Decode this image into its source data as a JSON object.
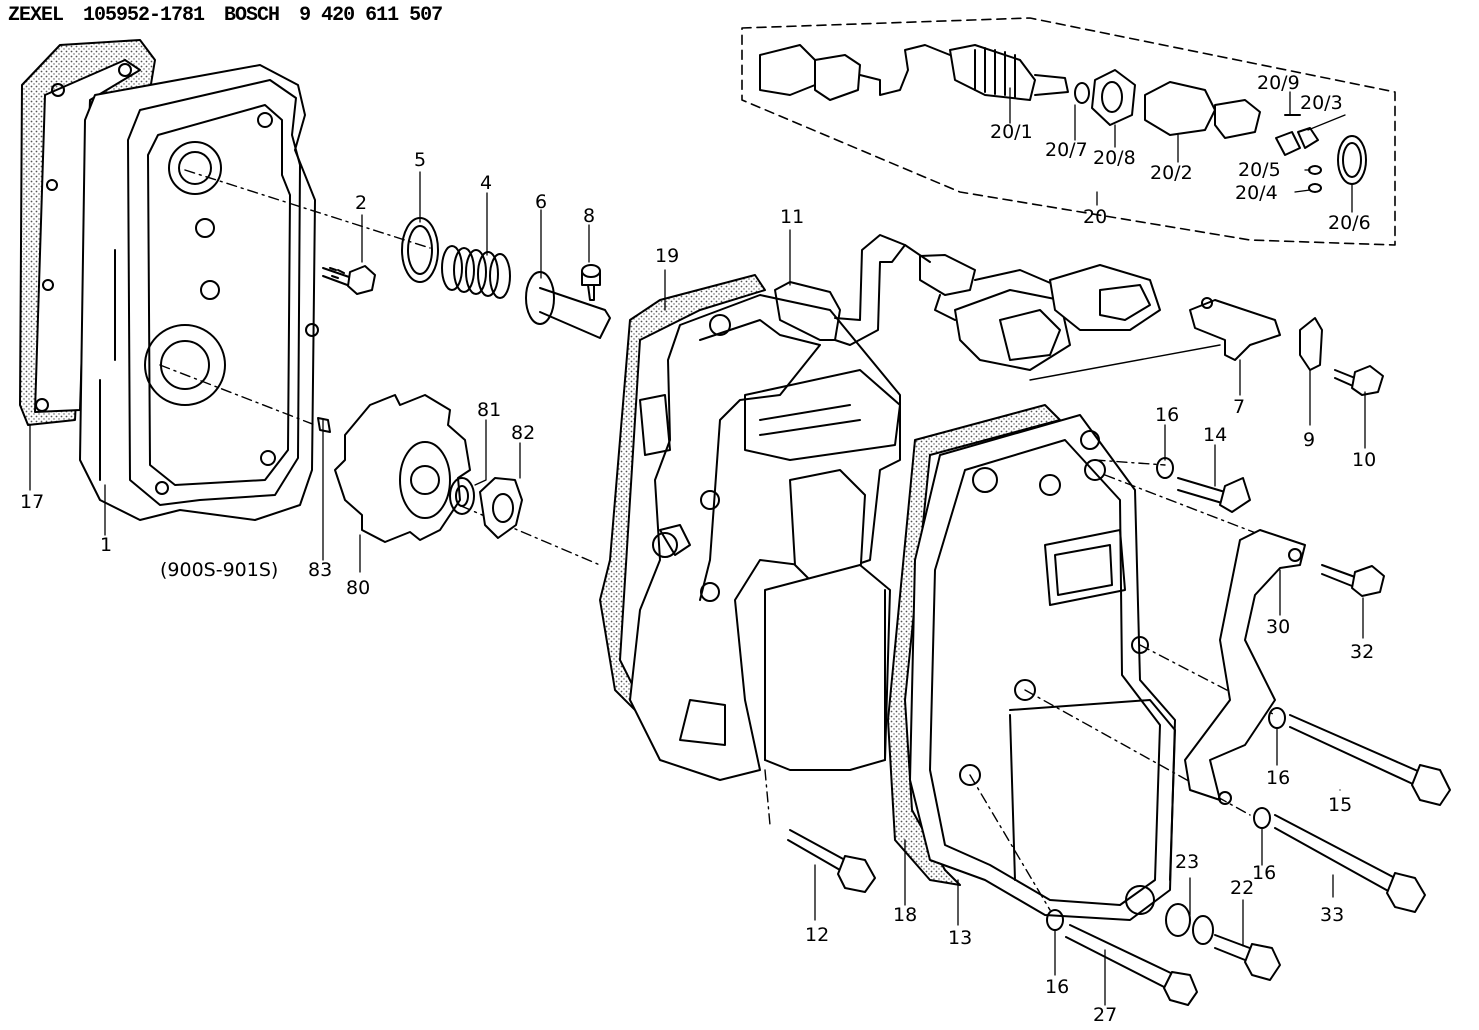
{
  "header": {
    "maker_1": "ZEXEL",
    "part_no_1": "105952-1781",
    "maker_2": "BOSCH",
    "part_no_2": "9 420 611 507"
  },
  "colors": {
    "ink": "#000000",
    "paper": "#ffffff",
    "stipple": "#555555"
  },
  "callouts": {
    "c1": "1",
    "c2": "2",
    "c4": "4",
    "c5": "5",
    "c6": "6",
    "c7": "7",
    "c8": "8",
    "c9": "9",
    "c10": "10",
    "c11": "11",
    "c12": "12",
    "c13": "13",
    "c14": "14",
    "c15": "15",
    "c16a": "16",
    "c16b": "16",
    "c16c": "16",
    "c16d": "16",
    "c17": "17",
    "c18": "18",
    "c19": "19",
    "c20": "20",
    "c20_1": "20/1",
    "c20_2": "20/2",
    "c20_3": "20/3",
    "c20_4": "20/4",
    "c20_5": "20/5",
    "c20_6": "20/6",
    "c20_7": "20/7",
    "c20_8": "20/8",
    "c20_9": "20/9",
    "c22": "22",
    "c23": "23",
    "c27": "27",
    "c30": "30",
    "c32": "32",
    "c33": "33",
    "c80": "80",
    "c81": "81",
    "c82": "82",
    "c83": "83",
    "note_900s": "(900S-901S)"
  }
}
